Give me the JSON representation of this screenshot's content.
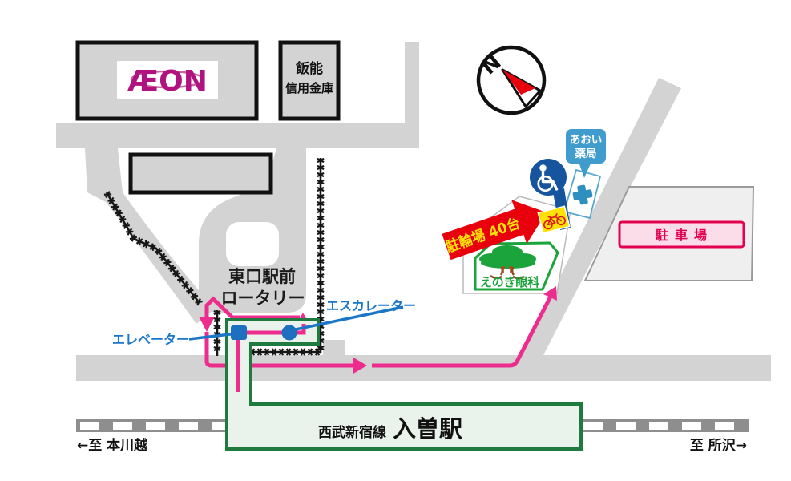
{
  "compass": {
    "north": "N"
  },
  "buildings": {
    "aeon": {
      "logo": "ÆON"
    },
    "bank": {
      "name_line1": "飯能",
      "name_line2": "信用金庫"
    },
    "station": {
      "line": "西武新宿線",
      "name": "入曽駅"
    },
    "clinic": {
      "name": "えのき眼科"
    },
    "pharmacy": {
      "balloon_line1": "あおい",
      "balloon_line2": "薬局"
    },
    "parking": {
      "sign": "駐車場"
    }
  },
  "labels": {
    "rotary_line1": "東口駅前",
    "rotary_line2": "ロータリー",
    "elevator": "エレベーター",
    "escalator": "エスカレーター",
    "bicycle_parking": "駐輪場 40台",
    "to_left": "←至 本川越",
    "to_right": "至 所沢→"
  },
  "colors": {
    "road_grey": "#d3d3d3",
    "building_border": "#111111",
    "route_pink": "#ed2d8d",
    "station_green_border": "#1e7a3f",
    "station_green_fill": "#eaf3eb",
    "label_blue": "#1b76c8",
    "marker_blue": "#1e6fc0",
    "balloon_blue": "#3f9ccd",
    "accessible_blue": "#17549e",
    "pharmacy_cross_blue": "#2e8fc0",
    "banner_red": "#e8000d",
    "banner_yellow": "#ffe108",
    "bike_red": "#dd1a1a",
    "clinic_green": "#1ca43c",
    "parking_sign_pink": "#e3004f",
    "parking_sign_fill": "#fadde9",
    "aeon_magenta": "#b0137f",
    "railway_grey": "#8e8e8e"
  }
}
